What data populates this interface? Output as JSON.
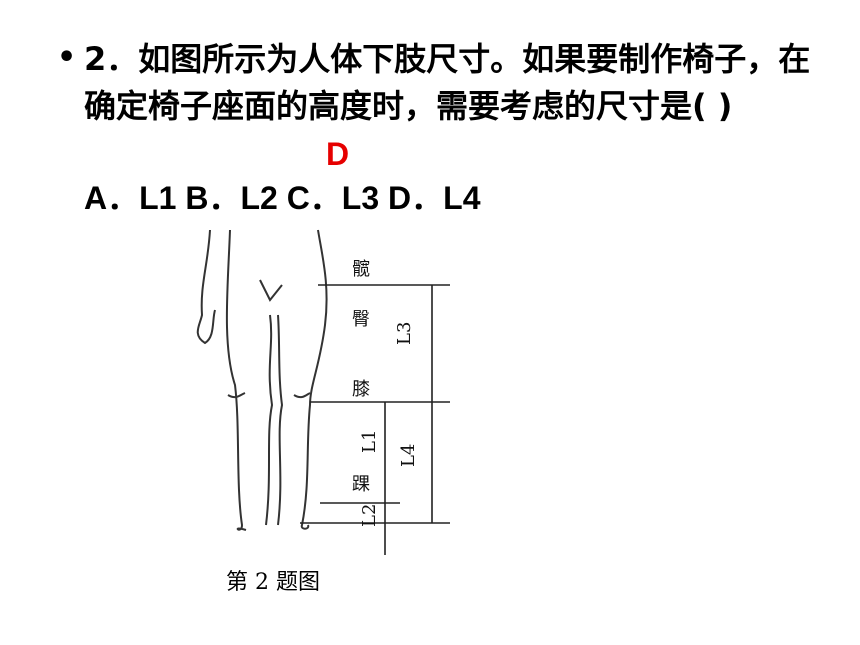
{
  "question": {
    "bullet": "•",
    "text": "2．如图所示为人体下肢尺寸。如果要制作椅子，在确定椅子座面的高度时，需要考虑的尺寸是(      )",
    "answer": "D",
    "options": "A．L1 B．L2 C．L3 D．L4"
  },
  "figure": {
    "labels": {
      "hip": "髋",
      "buttock": "臀",
      "knee": "膝",
      "ankle": "踝",
      "L1": "L1",
      "L2": "L2",
      "L3": "L3",
      "L4": "L4"
    },
    "caption": "第 2 题图"
  }
}
